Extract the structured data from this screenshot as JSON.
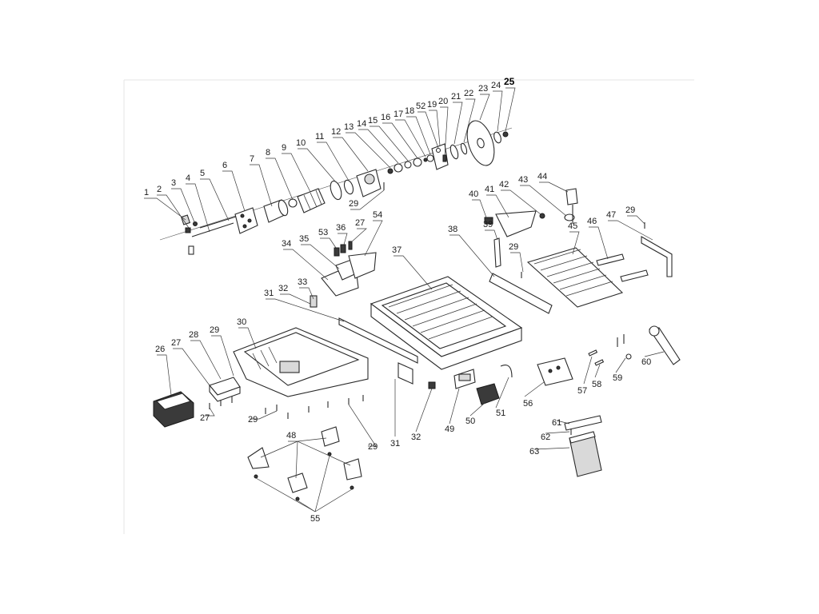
{
  "callouts": {
    "c1": "1",
    "c2": "2",
    "c3": "3",
    "c4": "4",
    "c5": "5",
    "c6": "6",
    "c7": "7",
    "c8": "8",
    "c9": "9",
    "c10": "10",
    "c11": "11",
    "c12": "12",
    "c13": "13",
    "c14": "14",
    "c15": "15",
    "c16": "16",
    "c17": "17",
    "c18": "18",
    "c19": "19",
    "c20": "20",
    "c21": "21",
    "c22": "22",
    "c23": "23",
    "c24": "24",
    "c25": "25",
    "c26": "26",
    "c27": "27",
    "c28": "28",
    "c29": "29",
    "c30": "30",
    "c31": "31",
    "c32": "32",
    "c33": "33",
    "c34": "34",
    "c35": "35",
    "c36": "36",
    "c37": "37",
    "c38": "38",
    "c39": "39",
    "c40": "40",
    "c41": "41",
    "c42": "42",
    "c43": "43",
    "c44": "44",
    "c45": "45",
    "c46": "46",
    "c47": "47",
    "c48": "48",
    "c49": "49",
    "c50": "50",
    "c51": "51",
    "c52": "52",
    "c53": "53",
    "c54": "54",
    "c55": "55",
    "c56": "56",
    "c57": "57",
    "c58": "58",
    "c59": "59",
    "c60": "60",
    "c61": "61",
    "c62": "62",
    "c63": "63"
  }
}
